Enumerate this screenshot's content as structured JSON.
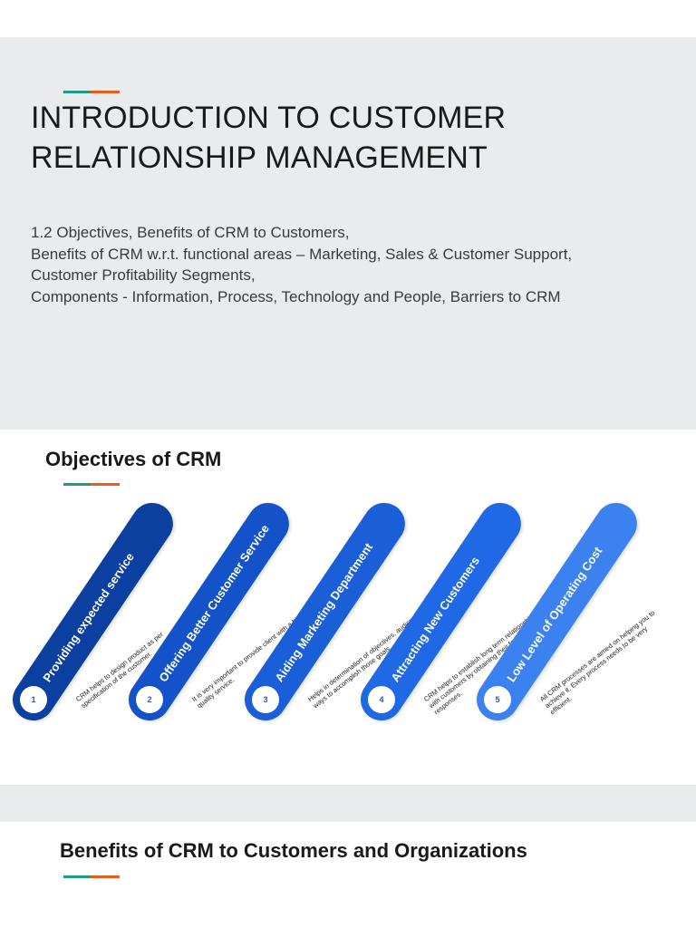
{
  "intro": {
    "title_line1": "INTRODUCTION TO CUSTOMER",
    "title_line2": "RELATIONSHIP MANAGEMENT",
    "topics": [
      "1.2      Objectives, Benefits of CRM to Customers,",
      "Benefits of CRM w.r.t. functional areas – Marketing, Sales & Customer Support,",
      "Customer Profitability Segments,",
      "Components - Information, Process, Technology and People, Barriers to CRM"
    ]
  },
  "objectives": {
    "title": "Objectives of CRM",
    "steps": [
      {
        "num": "1",
        "label": "Providing expected service",
        "desc": "CRM helps to design product as per specification of the customer.",
        "color": "#0b3fa0"
      },
      {
        "num": "2",
        "label": "Offering Better Customer Service",
        "desc": "It is very important to provide client with a high quality service.",
        "color": "#1352c9"
      },
      {
        "num": "3",
        "label": "Aiding Marketing Department",
        "desc": "Helps in determination of objectives, audience, ways to accomplish those goals.",
        "color": "#1a5fd8"
      },
      {
        "num": "4",
        "label": "Attracting New Customers",
        "desc": "CRM helps to establish long term relationship with customers by obtaining their feedback and responses.",
        "color": "#2069e6"
      },
      {
        "num": "5",
        "label": "Low Level of Operating Cost",
        "desc": "All CRM processes are aimed on helping you to achieve it. Every process needs to be very efficient.",
        "color": "#3b82f0"
      }
    ]
  },
  "benefits": {
    "title": "Benefits of CRM to Customers and Organizations"
  },
  "colors": {
    "accent_teal": "#1f9a86",
    "accent_orange": "#ee5a17",
    "slide_bg": "#e9ebec"
  }
}
